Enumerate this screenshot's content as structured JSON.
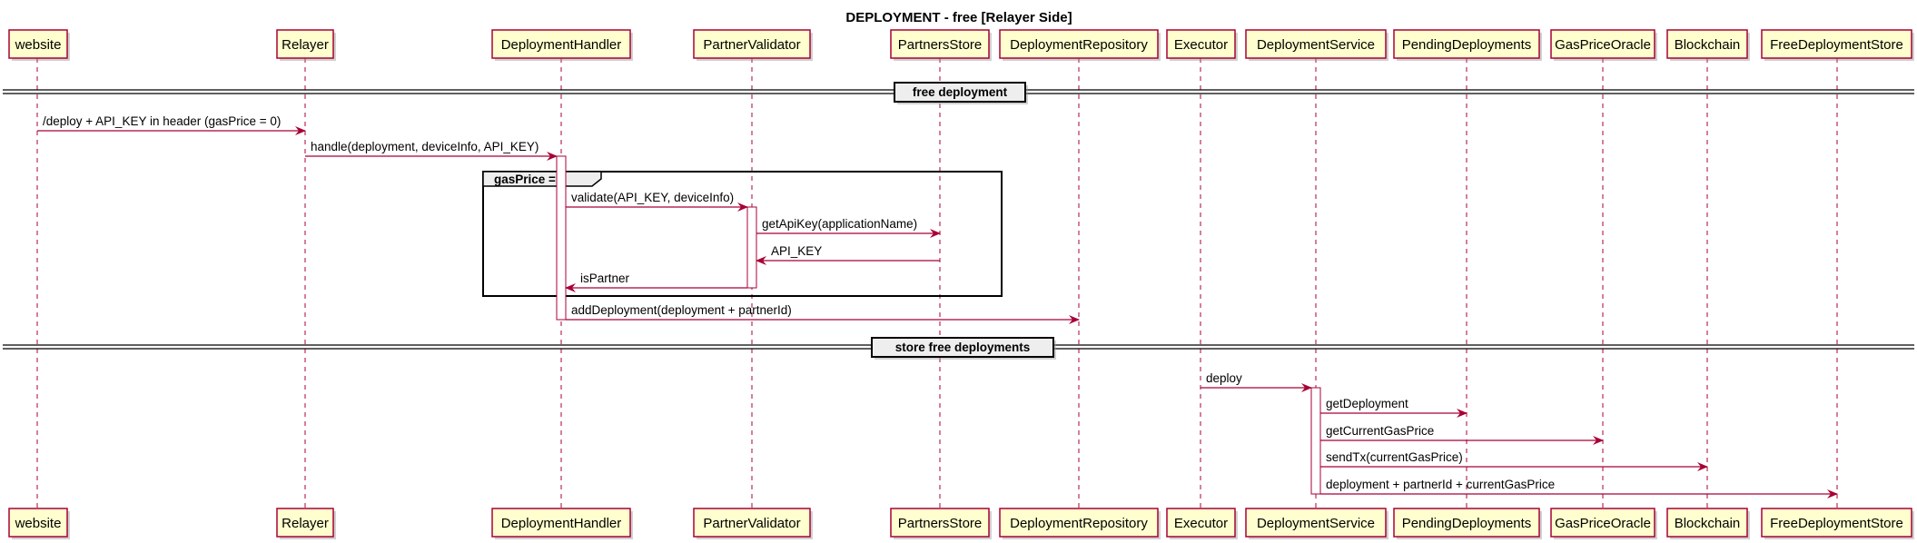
{
  "title": "DEPLOYMENT - free [Relayer Side]",
  "colors": {
    "participant_fill": "#FEFECE",
    "participant_border": "#A80036",
    "line": "#A80036",
    "text": "#000000",
    "group_border": "#000000",
    "divider_fill": "#EEEEEE"
  },
  "participants": [
    {
      "id": "website",
      "name": "website"
    },
    {
      "id": "relayer",
      "name": "Relayer"
    },
    {
      "id": "deployment_handler",
      "name": "DeploymentHandler"
    },
    {
      "id": "partner_validator",
      "name": "PartnerValidator"
    },
    {
      "id": "partners_store",
      "name": "PartnersStore"
    },
    {
      "id": "deployment_repository",
      "name": "DeploymentRepository"
    },
    {
      "id": "executor",
      "name": "Executor"
    },
    {
      "id": "deployment_service",
      "name": "DeploymentService"
    },
    {
      "id": "pending_deployments",
      "name": "PendingDeployments"
    },
    {
      "id": "gas_price_oracle",
      "name": "GasPriceOracle"
    },
    {
      "id": "blockchain",
      "name": "Blockchain"
    },
    {
      "id": "free_deployment_store",
      "name": "FreeDeploymentStore"
    }
  ],
  "dividers": [
    {
      "id": "free-deployment",
      "label": "free deployment"
    },
    {
      "id": "store-free-deployments",
      "label": "store free deployments"
    }
  ],
  "groups": [
    {
      "id": "gasprice-zero",
      "label": "gasPrice = 0"
    }
  ],
  "messages": [
    {
      "id": "m1",
      "from": "website",
      "to": "relayer",
      "label": "/deploy + API_KEY in header (gasPrice = 0)"
    },
    {
      "id": "m2",
      "from": "relayer",
      "to": "deployment_handler",
      "label": "handle(deployment, deviceInfo, API_KEY)"
    },
    {
      "id": "m3",
      "from": "deployment_handler",
      "to": "partner_validator",
      "label": "validate(API_KEY, deviceInfo)"
    },
    {
      "id": "m4",
      "from": "partner_validator",
      "to": "partners_store",
      "label": "getApiKey(applicationName)"
    },
    {
      "id": "m5",
      "from": "partners_store",
      "to": "partner_validator",
      "label": "API_KEY"
    },
    {
      "id": "m6",
      "from": "partner_validator",
      "to": "deployment_handler",
      "label": "isPartner"
    },
    {
      "id": "m7",
      "from": "deployment_handler",
      "to": "deployment_repository",
      "label": "addDeployment(deployment + partnerId)"
    },
    {
      "id": "m8",
      "from": "executor",
      "to": "deployment_service",
      "label": "deploy"
    },
    {
      "id": "m9",
      "from": "deployment_service",
      "to": "pending_deployments",
      "label": "getDeployment"
    },
    {
      "id": "m10",
      "from": "deployment_service",
      "to": "gas_price_oracle",
      "label": "getCurrentGasPrice"
    },
    {
      "id": "m11",
      "from": "deployment_service",
      "to": "blockchain",
      "label": "sendTx(currentGasPrice)"
    },
    {
      "id": "m12",
      "from": "deployment_service",
      "to": "free_deployment_store",
      "label": "deployment + partnerId + currentGasPrice"
    }
  ]
}
